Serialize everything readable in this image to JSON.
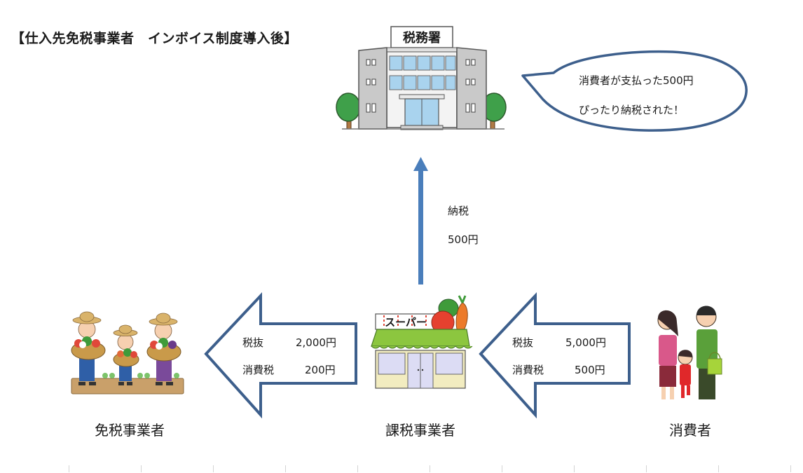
{
  "title": "【仕入先免税事業者　インボイス制度導入後】",
  "tax_office": {
    "sign": "税務署",
    "icon": "tax-office-building-icon"
  },
  "speech_bubble": {
    "line1": "消費者が支払った500円",
    "line2": "ぴったり納税された！"
  },
  "tax_payment_arrow": {
    "label": "納税",
    "amount": "500円"
  },
  "exempt_business": {
    "label": "免税事業者",
    "icon": "farmers-icon"
  },
  "taxable_business": {
    "label": "課税事業者",
    "sign": "スーパー",
    "icon": "supermarket-icon"
  },
  "consumer": {
    "label": "消費者",
    "icon": "family-icon"
  },
  "arrow_to_exempt": {
    "row1_label": "税抜",
    "row1_value": "2,000円",
    "row2_label": "消費税",
    "row2_value": "200円"
  },
  "arrow_to_taxable": {
    "row1_label": "税抜",
    "row1_value": "5,000円",
    "row2_label": "消費税",
    "row2_value": "500円"
  },
  "colors": {
    "arrow_outline": "#3d5f8c",
    "tax_arrow": "#4a7ebb",
    "bubble_outline": "#3d5f8c"
  }
}
